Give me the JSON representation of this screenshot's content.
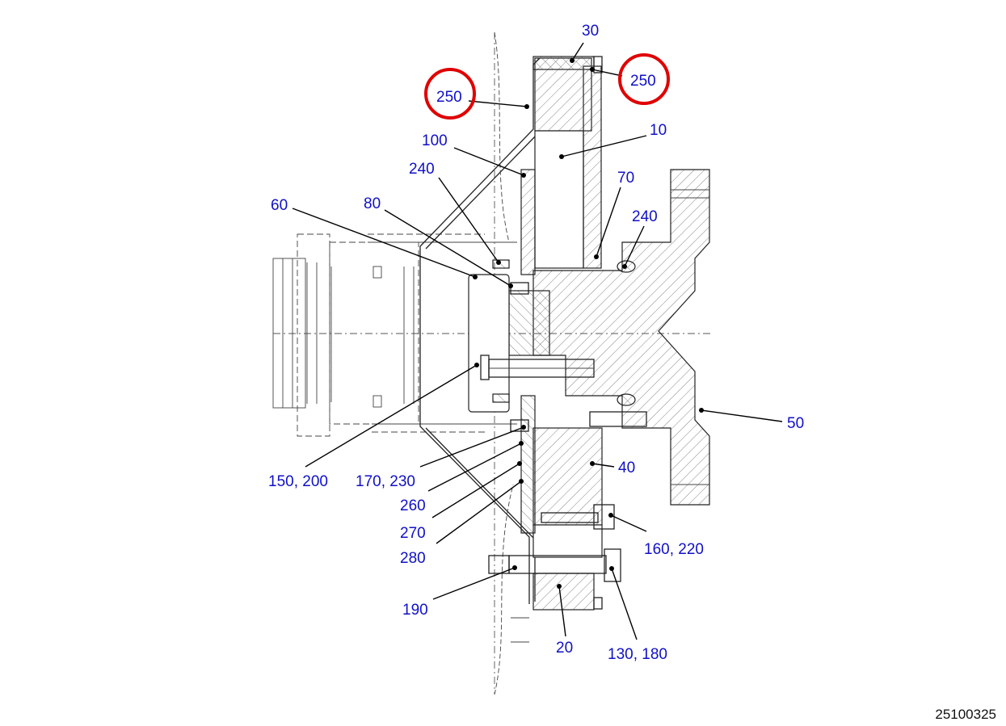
{
  "drawing_number": "25100325",
  "callouts": {
    "c30": "30",
    "c250_left": "250",
    "c250_right": "250",
    "c10": "10",
    "c100": "100",
    "c240_upper": "240",
    "c70": "70",
    "c240_right": "240",
    "c60": "60",
    "c80": "80",
    "c50": "50",
    "c150_200": "150, 200",
    "c170_230": "170, 230",
    "c260": "260",
    "c40": "40",
    "c270": "270",
    "c280": "280",
    "c160_220": "160, 220",
    "c190": "190",
    "c20": "20",
    "c130_180": "130, 180"
  },
  "colors": {
    "callout_text": "#1010c8",
    "highlight_ring": "#e00000",
    "line": "#222222"
  }
}
